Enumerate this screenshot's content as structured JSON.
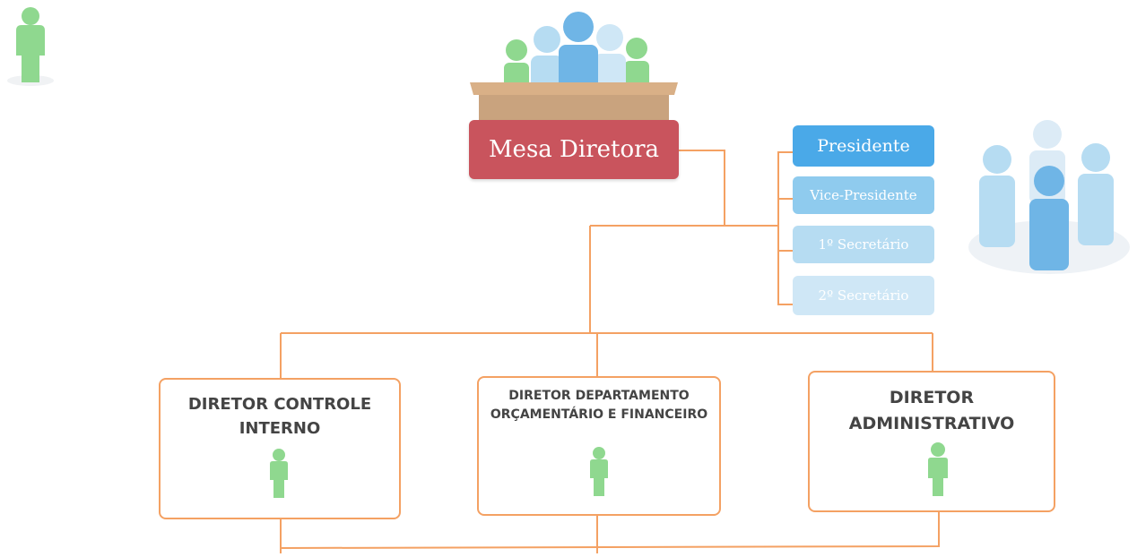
{
  "mesa": {
    "label": "Mesa Diretora"
  },
  "roles": [
    {
      "label": "Presidente"
    },
    {
      "label": "Vice-Presidente"
    },
    {
      "label": "1º Secretário"
    },
    {
      "label": "2º Secretário"
    }
  ],
  "directors": [
    {
      "title": "DIRETOR CONTROLE INTERNO"
    },
    {
      "title": "DIRETOR DEPARTAMENTO ORÇAMENTÁRIO E FINANCEIRO"
    },
    {
      "title": "DIRETOR ADMINISTRATIVO"
    }
  ],
  "colors": {
    "connector": "#f4a163",
    "mesa": "#c9545d",
    "person_green": "#8fd88f",
    "person_blue": "#6fb5e6"
  },
  "icons": [
    "person-icon",
    "podium-people-icon",
    "people-group-icon"
  ]
}
